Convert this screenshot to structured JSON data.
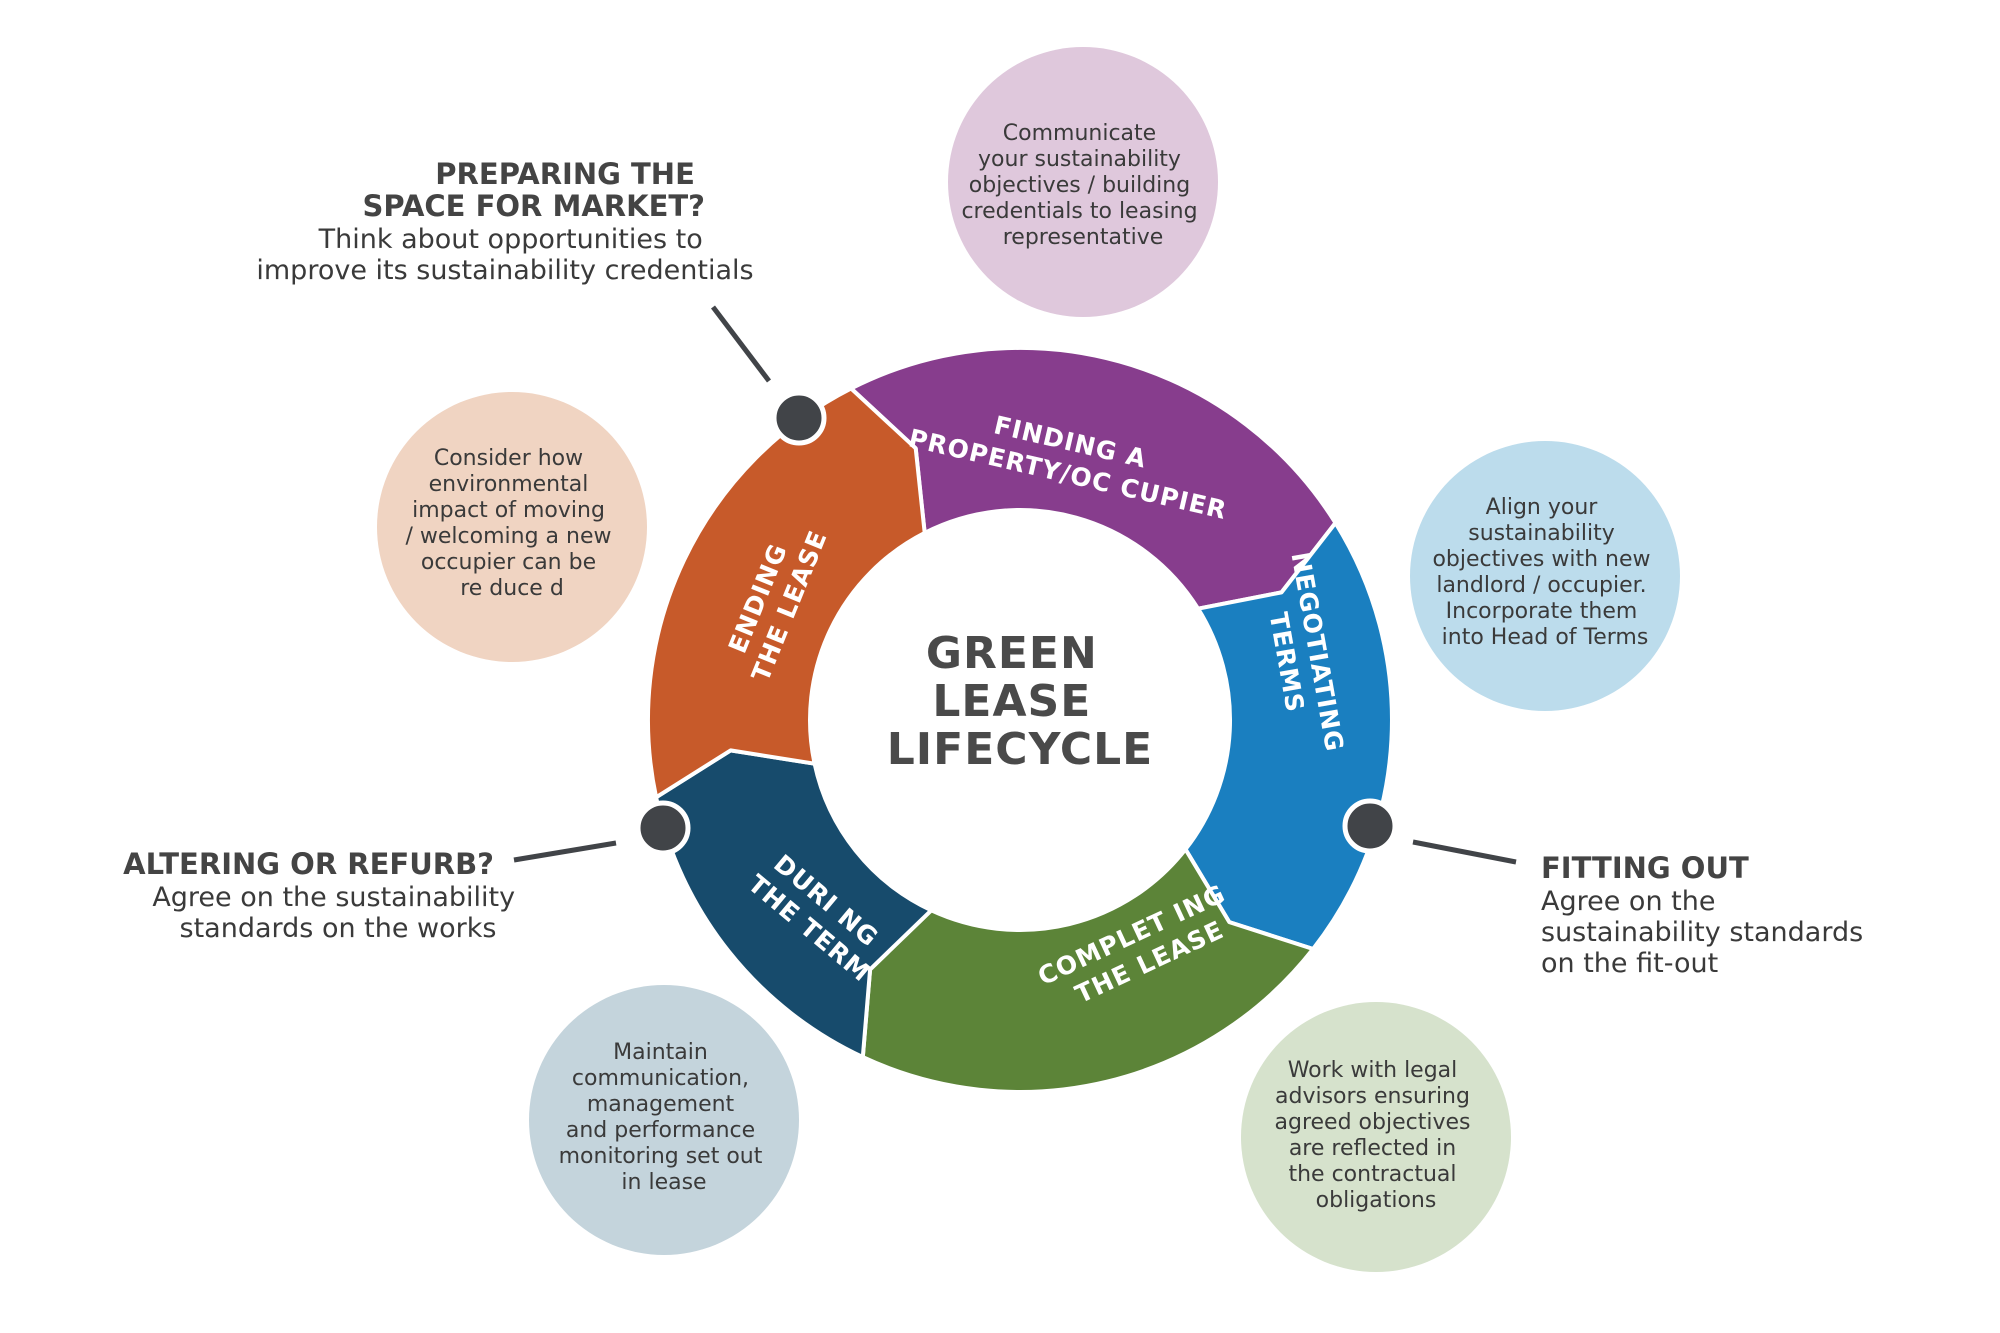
{
  "center": {
    "lines": [
      "GREEN",
      "LEASE",
      "LIFECYCLE"
    ]
  },
  "segments": [
    {
      "id": "finding",
      "color": "#873d8d",
      "label": [
        "FINDING A",
        "PROPERTY/OC CUPIER"
      ]
    },
    {
      "id": "negotiating",
      "color": "#1a7fc0",
      "label": [
        "NEGOTIATING",
        "TERMS"
      ]
    },
    {
      "id": "completing",
      "color": "#5c8438",
      "label": [
        "COMPLET ING",
        "THE LEASE"
      ]
    },
    {
      "id": "during",
      "color": "#174b6c",
      "label": [
        "DURI NG",
        "THE TERM"
      ]
    },
    {
      "id": "ending",
      "color": "#c75a2a",
      "label": [
        "ENDING",
        "THE LEASE"
      ]
    }
  ],
  "bubbles": [
    {
      "id": "communicate",
      "color": "#dfc8dc",
      "lines": [
        "Communicate",
        "your sustainability",
        "objectives / building",
        "credentials to leasing",
        "representative"
      ]
    },
    {
      "id": "align",
      "color": "#bcdcec",
      "lines": [
        "Align your",
        "sustainability",
        "objectives with new",
        "landlord / occupier.",
        "Incorporate them",
        "into Head of Terms"
      ]
    },
    {
      "id": "legal",
      "color": "#d6e2cc",
      "lines": [
        "Work with legal",
        "advisors ensuring",
        "agreed objectives",
        "are reflected in",
        "the contractual",
        "obligations"
      ]
    },
    {
      "id": "maintain",
      "color": "#c4d4dc",
      "lines": [
        "Maintain",
        "communication,",
        "management",
        "and performance",
        "monitoring set out",
        "in lease"
      ]
    },
    {
      "id": "consider",
      "color": "#f0d4c2",
      "lines": [
        "Consider how",
        "environmental",
        "impact of moving",
        "/ welcoming a new",
        "occupier can be",
        "re duce d"
      ]
    }
  ],
  "callouts": [
    {
      "id": "preparing",
      "heading": [
        "PREPARING THE",
        "SPACE FOR MARKET?"
      ],
      "body": [
        "Think about opportunities to",
        "improve its sustainability credentials"
      ]
    },
    {
      "id": "fitting",
      "heading": [
        "FITTING OUT"
      ],
      "body": [
        "Agree on the",
        "sustainability standards",
        "on the fit-out"
      ]
    },
    {
      "id": "altering",
      "heading": [
        "ALTERING OR REFURB?"
      ],
      "body": [
        "Agree on the sustainability",
        "standards on the works"
      ]
    }
  ],
  "colors": {
    "marker": "#414448",
    "connector": "#414448"
  }
}
